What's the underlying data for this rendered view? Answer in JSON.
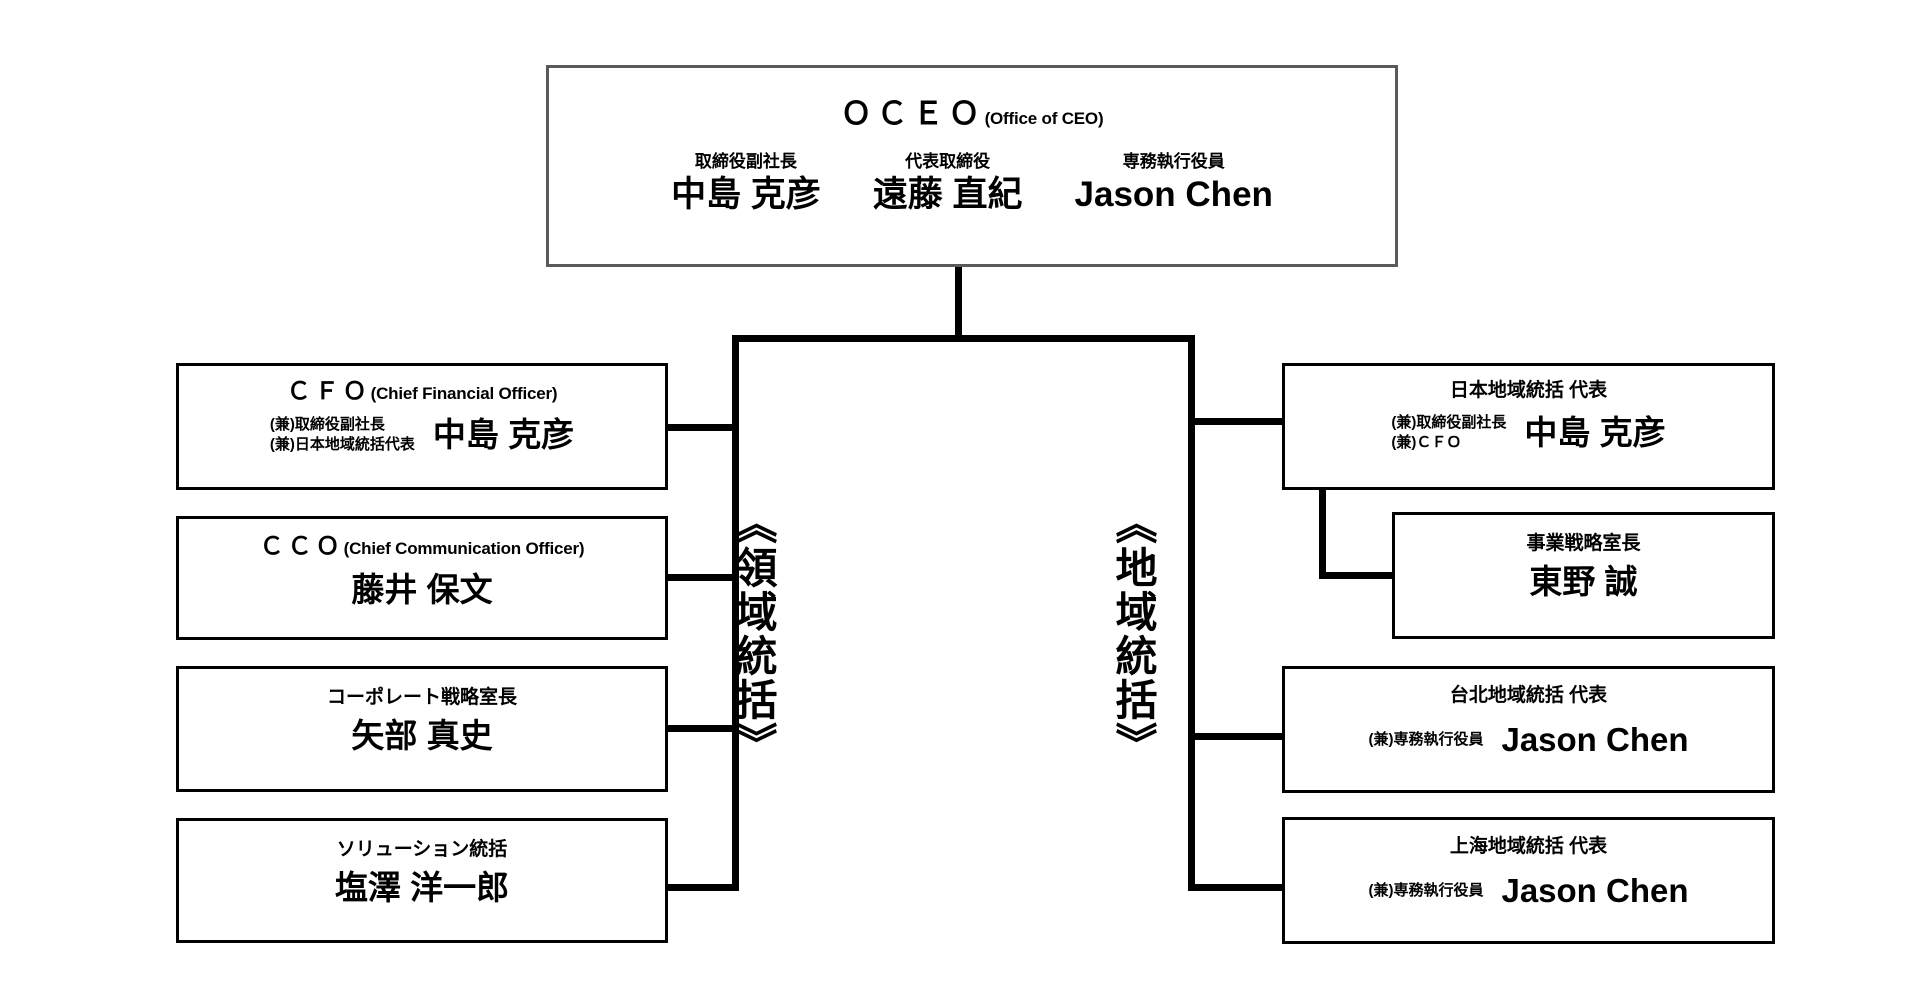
{
  "chart_data": {
    "type": "diagram",
    "title": "Organizational Chart",
    "root": "OCEO",
    "groups": [
      "《領域統括》",
      "《地域統括》"
    ]
  },
  "head": {
    "acronym": "ＯＣＥＯ",
    "expansion": "(Office of CEO)",
    "people": [
      {
        "role": "取締役副社長",
        "name": "中島 克彦"
      },
      {
        "role": "代表取締役",
        "name": "遠藤 直紀"
      },
      {
        "role": "専務執行役員",
        "name": "Jason Chen"
      }
    ]
  },
  "groups": {
    "domain_label": "《領域統括》",
    "region_label": "《地域統括》"
  },
  "domain_units": [
    {
      "acronym": "ＣＦＯ",
      "expansion": "(Chief Financial Officer)",
      "concurrent": "(兼)取締役副社長\n(兼)日本地域統括代表",
      "name": "中島 克彦"
    },
    {
      "acronym": "ＣＣＯ",
      "expansion": "(Chief Communication Officer)",
      "concurrent": "",
      "name": "藤井 保文"
    },
    {
      "acronym": "",
      "expansion": "コーポレート戦略室長",
      "concurrent": "",
      "name": "矢部 真史"
    },
    {
      "acronym": "",
      "expansion": "ソリューション統括",
      "concurrent": "",
      "name": "塩澤 洋一郎"
    }
  ],
  "region_units": [
    {
      "title": "日本地域統括 代表",
      "concurrent": "(兼)取締役副社長\n(兼)ＣＦＯ",
      "name": "中島 克彦"
    },
    {
      "title": "事業戦略室長",
      "concurrent": "",
      "name": "東野 誠"
    },
    {
      "title": "台北地域統括 代表",
      "concurrent": "(兼)専務執行役員",
      "name": "Jason Chen"
    },
    {
      "title": "上海地域統括 代表",
      "concurrent": "(兼)専務執行役員",
      "name": "Jason Chen"
    }
  ],
  "colors": {
    "line": "#000000",
    "head_border": "#5a5a5a",
    "box_border": "#000000",
    "background": "#ffffff",
    "text": "#000000"
  }
}
